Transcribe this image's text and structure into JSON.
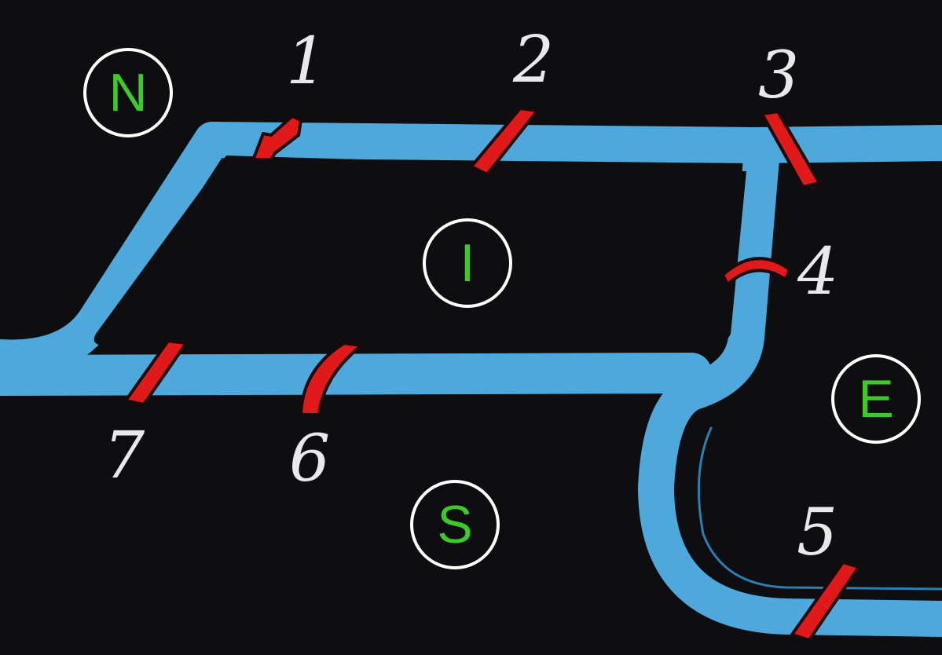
{
  "colors": {
    "background": "#0e0e10",
    "river": "#4fa8dc",
    "bridge": "#e01a1a",
    "label_green": "#3ec82b",
    "number_white": "#e9e9ea"
  },
  "regions": [
    {
      "id": "north",
      "letter": "N"
    },
    {
      "id": "island",
      "letter": "I"
    },
    {
      "id": "east",
      "letter": "E"
    },
    {
      "id": "south",
      "letter": "S"
    }
  ],
  "bridges": [
    {
      "number": "1"
    },
    {
      "number": "2"
    },
    {
      "number": "3"
    },
    {
      "number": "4"
    },
    {
      "number": "5"
    },
    {
      "number": "6"
    },
    {
      "number": "7"
    }
  ]
}
